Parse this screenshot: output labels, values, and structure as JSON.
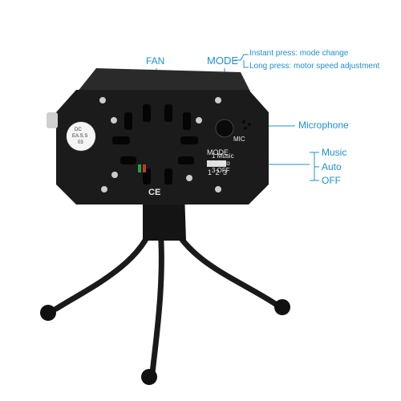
{
  "callouts": {
    "fan": "FAN",
    "mode": "MODE",
    "instant_press": "Instant press: mode change",
    "long_press": "Long press: motor speed adjustment",
    "microphone": "Microphone",
    "music": "Music",
    "auto": "Auto",
    "off": "OFF"
  },
  "device_print": {
    "mode": "MODE",
    "mic": "MIC",
    "opt1": "1 Music",
    "opt2": "2 Auto",
    "opt3": "3 OFF",
    "switch_nums": "1 2 3",
    "ce": "CE",
    "sticker1": "DC",
    "sticker2": "EA.S.S",
    "sticker3": "03"
  },
  "colors": {
    "callout": "#1e8fd0",
    "body": "#1b1b1b",
    "background": "#ffffff"
  }
}
